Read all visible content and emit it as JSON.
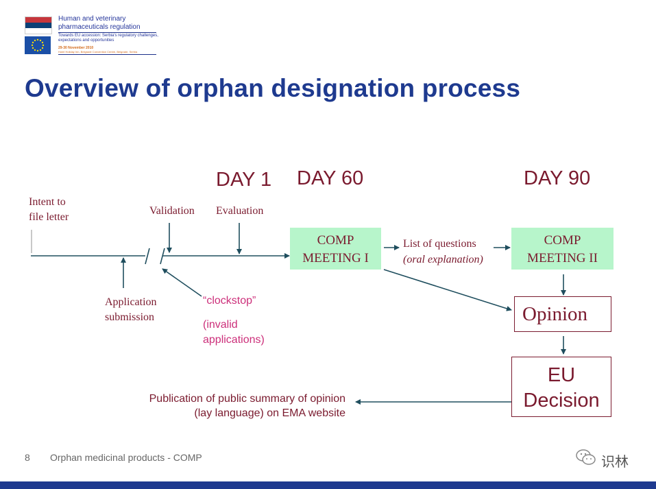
{
  "header": {
    "line1": "Human and veterinary",
    "line2": "pharmaceuticals regulation",
    "subtitle": "Towards EU accession: Serbia's regulatory challenges, expectations and opportunities",
    "date": "29-30 November 2010",
    "venue": "Hotel Holiday Inn, Belgrade Convention Centre, Belgrade, Serbia"
  },
  "title": "Overview of orphan designation process",
  "days": {
    "day1": "DAY 1",
    "day60": "DAY 60",
    "day90": "DAY 90"
  },
  "labels": {
    "intent_line1": "Intent to",
    "intent_line2": "file letter",
    "validation": "Validation",
    "evaluation": "Evaluation",
    "app_line1": "Application",
    "app_line2": "submission",
    "clockstop": "“clockstop”",
    "invalid_line1": "(invalid",
    "invalid_line2": "applications)",
    "loq_line1": "List of questions",
    "loq_line2": "(oral explanation)"
  },
  "boxes": {
    "comp1_line1": "COMP",
    "comp1_line2": "MEETING I",
    "comp2_line1": "COMP",
    "comp2_line2": "MEETING II",
    "opinion": "Opinion",
    "eu_line1": "EU",
    "eu_line2": "Decision"
  },
  "publication": {
    "line1": "Publication of public summary of opinion",
    "line2": "(lay language) on EMA website"
  },
  "footer": {
    "page_number": "8",
    "text": "Orphan medicinal products - COMP",
    "watermark": "识林"
  },
  "colors": {
    "title_blue": "#1e3a8f",
    "maroon": "#7a1a2e",
    "pink": "#cc2f7a",
    "green_box": "#b7f5cb",
    "arrow": "#1f4e5e"
  }
}
